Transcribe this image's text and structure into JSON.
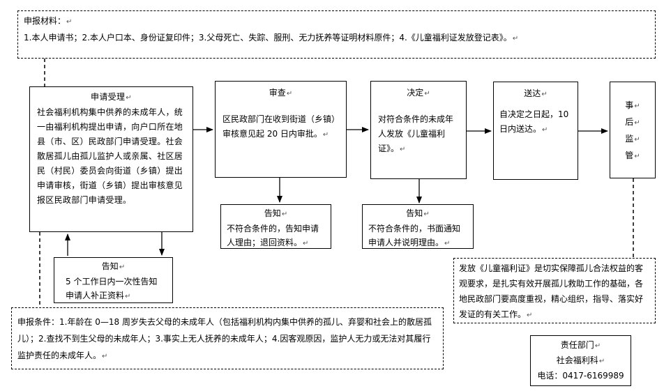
{
  "materials": {
    "title": "申报材料：",
    "text": "1.本人申请书；2.本人户口本、身份证复印件；3.父母死亡、失踪、服刑、无力抚养等证明材料原件；4.《儿童福利证发放登记表》。"
  },
  "steps": {
    "apply": {
      "title": "申请受理",
      "text": "社会福利机构集中供养的未成年人，统一由福利机构提出申请，向户口所在地县（市、区）民政部门申请受理。社会散居孤儿由孤儿监护人或亲属、社区居民（村民）委员会向街道（乡镇）提出申请审核，街道（乡镇）提出审核意见报区民政部门申请受理。"
    },
    "review": {
      "title": "审查",
      "text": "区民政部门在收到街道（乡镇）审核意见起 20 日内审批。"
    },
    "decide": {
      "title": "决定",
      "text": "对符合条件的未成年人发放《儿童福利证》。"
    },
    "deliver": {
      "title": "送达",
      "text": "自决定之日起，10 日内送达。"
    },
    "supervise": {
      "chars": [
        "事",
        "后",
        "监",
        "管"
      ]
    }
  },
  "notices": {
    "supplement": {
      "title": "告知",
      "text": "5 个工作日内一次性告知申请人补正资料"
    },
    "review_reject": {
      "title": "告知",
      "text": "不符合条件的，告知申请人理由；退回资料。"
    },
    "decide_reject": {
      "title": "告知",
      "text": "不符合条件的，书面通知申请人并说明理由。"
    }
  },
  "conditions": {
    "text": "申报条件：1.年龄在 0—18 周岁失去父母的未成年人（包括福利机构内集中供养的孤儿、弃婴和社会上的散居孤儿）；2.查找不到生父母的未成年人；3.事实上无人抚养的未成年人；4.因客观原因，监护人无力或无法对其履行监护责任的未成年人。"
  },
  "importance": {
    "text": "发放《儿童福利证》是切实保障孤儿合法权益的客观要求，是扎实有效开展孤儿救助工作的基础，各地民政部门要高度重视，精心组织，指导、落实好发证的有关工作。"
  },
  "contact": {
    "label": "责任部门",
    "department": "社会福利科",
    "phone": "电话：0417-6169989"
  },
  "paragraph_mark": "↵"
}
